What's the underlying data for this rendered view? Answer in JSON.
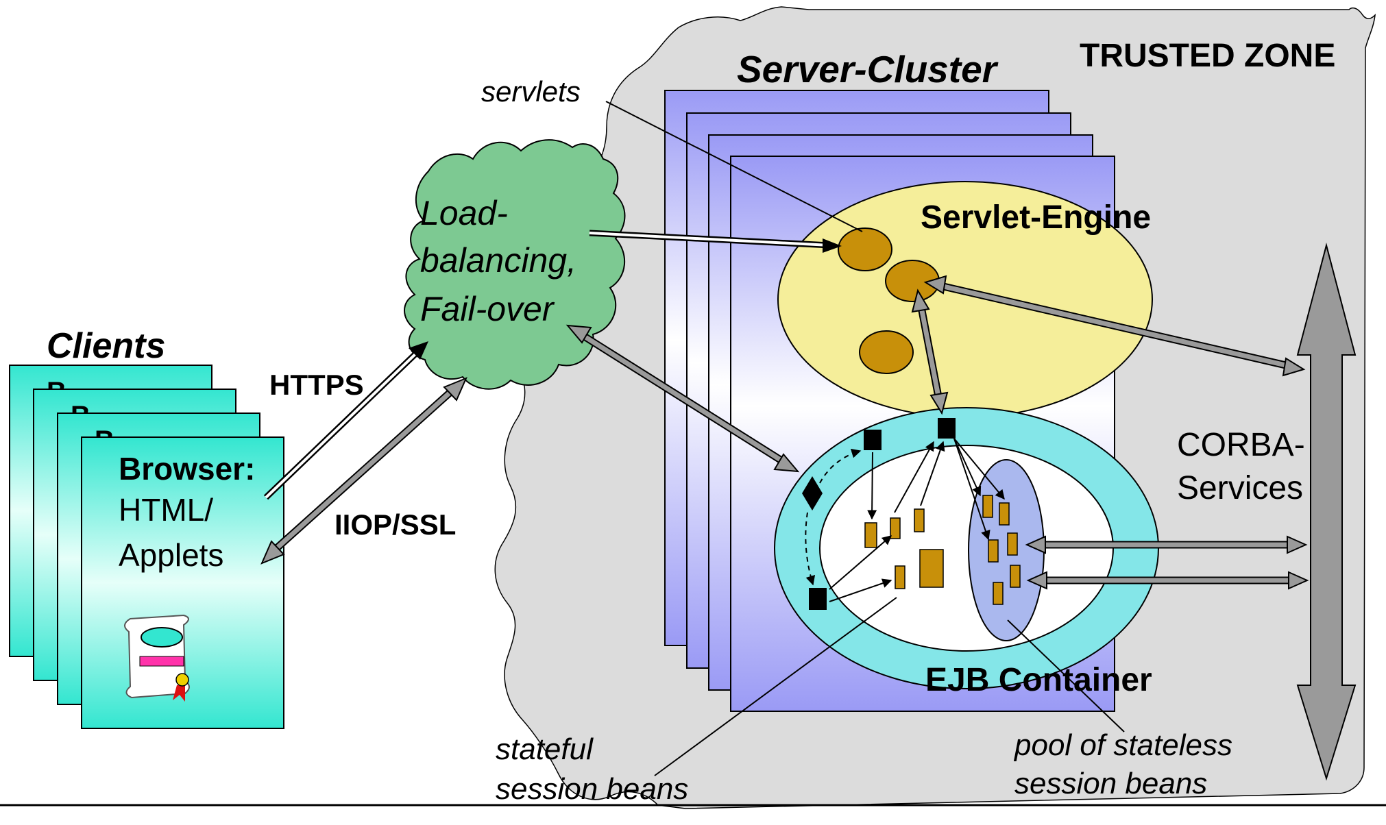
{
  "zone": {
    "title": "TRUSTED ZONE"
  },
  "cluster": {
    "title": "Server-Cluster"
  },
  "load_balancer": {
    "lines": [
      "Load-",
      "balancing,",
      "Fail-over"
    ]
  },
  "clients": {
    "title": "Clients",
    "card_stub": "B",
    "browser_title": "Browser:",
    "browser_lines": [
      "HTML/",
      "Applets"
    ]
  },
  "protocols": {
    "https": "HTTPS",
    "iiop": "IIOP/SSL"
  },
  "servlet_engine": {
    "title": "Servlet-Engine"
  },
  "ejb": {
    "title": "EJB Container"
  },
  "corba": {
    "lines": [
      "CORBA-",
      "Services"
    ]
  },
  "annotations": {
    "servlets": "servlets",
    "stateful": [
      "stateful",
      "session beans"
    ],
    "stateless": [
      "pool of stateless",
      "session beans"
    ]
  },
  "colors": {
    "zone_fill": "#dcdcdc",
    "cloud_fill": "#7dc992",
    "client_card": "#33e6d0",
    "server_card": "#9f9ff5",
    "servlet_engine_fill": "#f5ee9a",
    "servlet_fill": "#c8900a",
    "ejb_ring": "#84e6e8",
    "bean_pool": "#aab8ee",
    "arrow_gray": "#9a9a9a"
  }
}
